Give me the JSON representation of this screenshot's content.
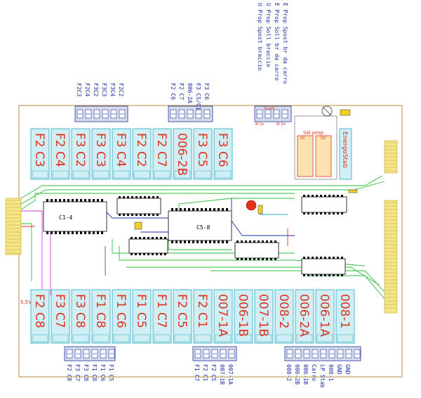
{
  "top_connectors": {
    "group_a": [
      "F2C3",
      "F2C4",
      "F3C2",
      "F3C3",
      "F3C4",
      "F2C2"
    ],
    "group_b": [
      "F2 C6",
      "F2 C7",
      "006-2A",
      "F3 C5/C1",
      "F3 C6"
    ],
    "group_c": [
      "U Prop Spost braccio",
      "U Prop Soll braccio",
      "E Prop Soll br da carro",
      "E Prop Spost br da carro"
    ]
  },
  "top_relays": [
    "F2 C3",
    "F2 C4",
    "F3 C2",
    "F3 C3",
    "F3 C4",
    "F2 C2",
    "F2 C7",
    "006-2B",
    "F3 C5",
    "F3 C6"
  ],
  "bottom_relays": [
    "F2 C8",
    "F3 C7",
    "F3 C8",
    "F1 C8",
    "F1 C6",
    "F1 C5",
    "F1 C7",
    "F2 C5",
    "F2 C1",
    "007-1A",
    "006-1B",
    "007-1B",
    "008-2",
    "006-2A",
    "006-1A",
    "008-1"
  ],
  "bottom_connectors": {
    "group_a": [
      "F2 C8",
      "F3 C7",
      "F3 C8",
      "F1 C8",
      "F1 C6",
      "F1 C5"
    ],
    "group_b": [
      "F1 C7",
      "F2 C1",
      "F2 C5",
      "007-1B",
      "007-1A"
    ],
    "group_c": [
      "008-2",
      "006-2B",
      "006-1B",
      "Carro",
      "LP Stab",
      "008-1",
      "GND",
      "GND"
    ]
  },
  "chips": [
    "C1-4",
    "C5-8"
  ],
  "misc": {
    "energostab": "EnergoStab",
    "sel_prop": "Sel prop",
    "sx": "SX",
    "dx": "DX",
    "top_small": [
      "PropN",
      "Bl Sx",
      "Bl Dx"
    ],
    "voltage": "5,5V"
  }
}
